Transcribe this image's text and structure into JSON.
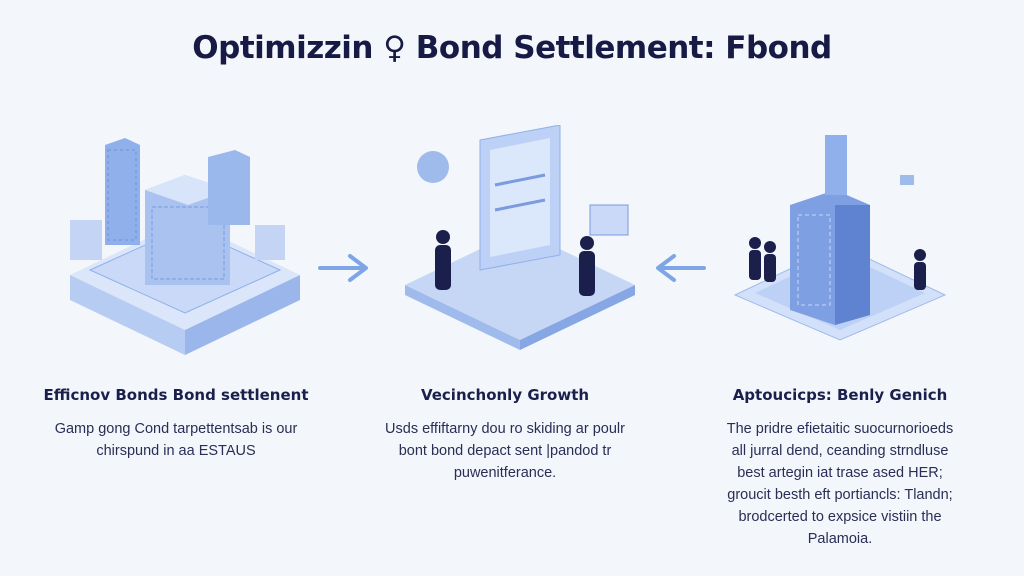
{
  "title": "Optimizzin ♀ Bond Settlement: Fbond",
  "columns": [
    {
      "heading": "Efficnov Bonds Bond settlenent",
      "body": "Gamp gong Cond tarpettentsab is our chirspund in aa ESTAUS"
    },
    {
      "heading": "Vecinchonly Growth",
      "body": "Usds effiftarny dou ro skiding ar poulr bont bond depact sent |pandod tr puwenitferance."
    },
    {
      "heading": "Aptoucicps: Benly Genich",
      "body": "The pridre efietaitic suocurnorioeds all jurral dend, ceanding strndluse best artegin iat trase ased HER; groucit besth eft portiancls: Tlandn; brodcerted to expsice vistiin the Palamoia."
    }
  ],
  "colors": {
    "accent": "#7ea6e6",
    "dark": "#161a44",
    "bg": "#f3f6fb"
  }
}
